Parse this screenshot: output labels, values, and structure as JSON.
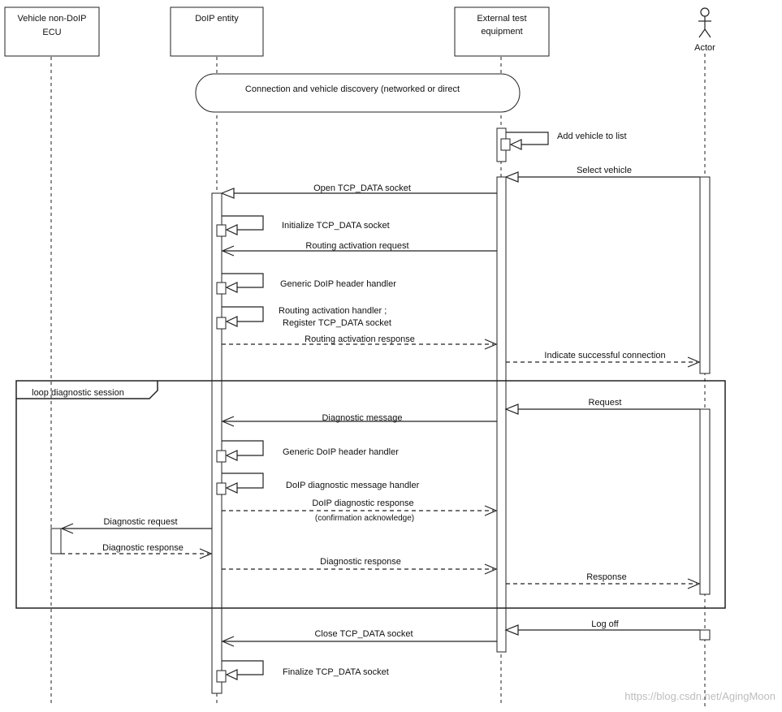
{
  "participants": {
    "ecu": {
      "line1": "Vehicle non-DoIP",
      "line2": "ECU"
    },
    "doip": {
      "label": "DoIP entity"
    },
    "ext": {
      "line1": "External test",
      "line2": "equipment"
    },
    "actor": {
      "label": "Actor"
    }
  },
  "discovery": {
    "label": "Connection and vehicle discovery  (networked or direct"
  },
  "messages": {
    "add_vehicle": "Add vehicle to list",
    "select_vehicle": "Select vehicle",
    "open_socket": "Open TCP_DATA socket",
    "init_socket": "Initialize TCP_DATA socket",
    "routing_req": "Routing activation request",
    "generic_handler_1": "Generic DoIP header handler",
    "routing_handler_1": "Routing activation handler ;",
    "routing_handler_2": "Register TCP_DATA socket",
    "routing_resp": "Routing activation response",
    "indicate_conn": "Indicate successful connection",
    "request": "Request",
    "diag_msg": "Diagnostic message",
    "generic_handler_2": "Generic DoIP header handler",
    "diag_msg_handler": "DoIP diagnostic message handler",
    "doip_diag_resp_1": "DoIP diagnostic response",
    "doip_diag_resp_2": "(confirmation acknowledge)",
    "diag_request": "Diagnostic request",
    "diag_response_ecu": "Diagnostic response",
    "diag_response": "Diagnostic response",
    "response": "Response",
    "log_off": "Log off",
    "close_socket": "Close TCP_DATA socket",
    "finalize_socket": "Finalize TCP_DATA socket"
  },
  "loop": {
    "label": "loop diagnostic session"
  },
  "watermark": "https://blog.csdn.net/AgingMoon"
}
